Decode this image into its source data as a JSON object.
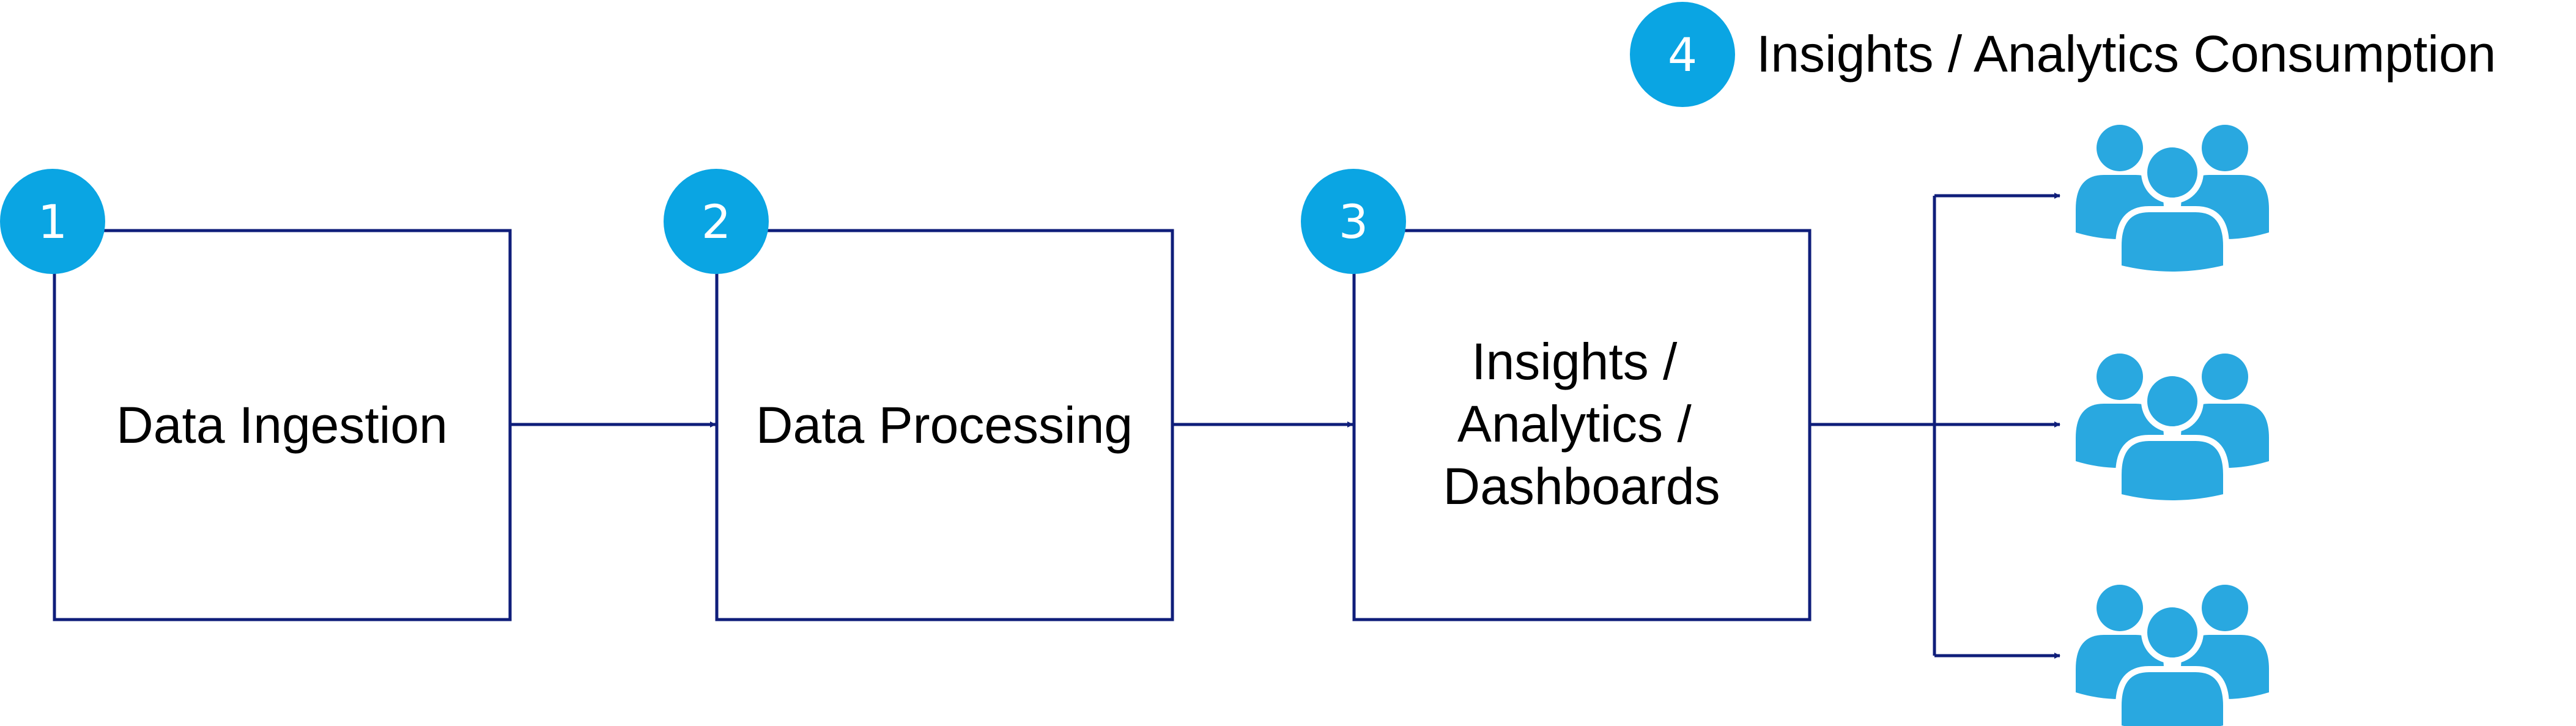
{
  "colors": {
    "accent": "#0aa5e3",
    "line": "#0f1e7a",
    "user_icon": "#29a8e0"
  },
  "steps": [
    {
      "number": "1",
      "label_lines": [
        "Data Ingestion"
      ]
    },
    {
      "number": "2",
      "label_lines": [
        "Data Processing"
      ]
    },
    {
      "number": "3",
      "label_lines": [
        "Insights /",
        "Analytics /",
        "Dashboards"
      ]
    }
  ],
  "consumption": {
    "number": "4",
    "label": "Insights / Analytics Consumption",
    "user_icon": "users-group-icon",
    "user_group_count": 3
  }
}
